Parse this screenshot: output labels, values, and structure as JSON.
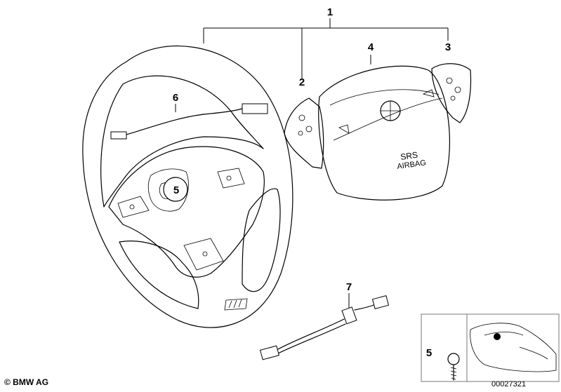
{
  "callouts": {
    "c1": "1",
    "c2": "2",
    "c3": "3",
    "c4": "4",
    "c5a": "5",
    "c5b": "5",
    "c6": "6",
    "c7": "7"
  },
  "airbag_text": {
    "srs": "SRS",
    "airbag": "AIRBAG"
  },
  "footer": {
    "copyright": "© BMW AG",
    "document_number": "00027321"
  }
}
